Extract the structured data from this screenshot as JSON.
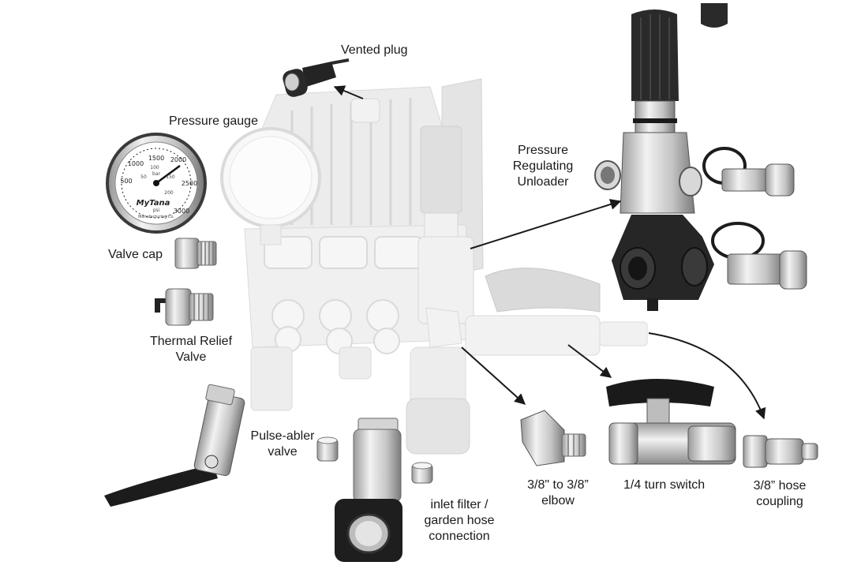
{
  "colors": {
    "pump_ghost": "#d9d9d9",
    "pump_ghost_dark": "#bdbdbd",
    "metal_light": "#e6e6e6",
    "metal_mid": "#b8b8b8",
    "metal_dark": "#6e6e6e",
    "black_part": "#1f1f1f",
    "arrow": "#1a1a1a",
    "text": "#1a1a1a"
  },
  "gauge": {
    "brand": "MyTana",
    "unit_bar": "bar",
    "unit_psi": "psi",
    "maker_line": "Manufacturing Co.",
    "psi_ticks": [
      "500",
      "1000",
      "1500",
      "2000",
      "2500",
      "3000"
    ],
    "bar_ticks": [
      "50",
      "100",
      "150",
      "200"
    ]
  },
  "labels": {
    "vented_plug": [
      "Vented plug"
    ],
    "pressure_gauge": [
      "Pressure gauge"
    ],
    "unloader": [
      "Pressure",
      "Regulating",
      "Unloader"
    ],
    "valve_cap": [
      "Valve cap"
    ],
    "thermal_relief": [
      "Thermal Relief",
      "Valve"
    ],
    "pulse_abler": [
      "Pulse-abler",
      "valve"
    ],
    "inlet_filter": [
      "inlet filter /",
      "garden hose",
      "connection"
    ],
    "elbow": [
      "3/8\" to 3/8”",
      "elbow"
    ],
    "turn_switch": [
      "1/4 turn switch"
    ],
    "hose_coupling": [
      "3/8” hose",
      "coupling"
    ]
  }
}
